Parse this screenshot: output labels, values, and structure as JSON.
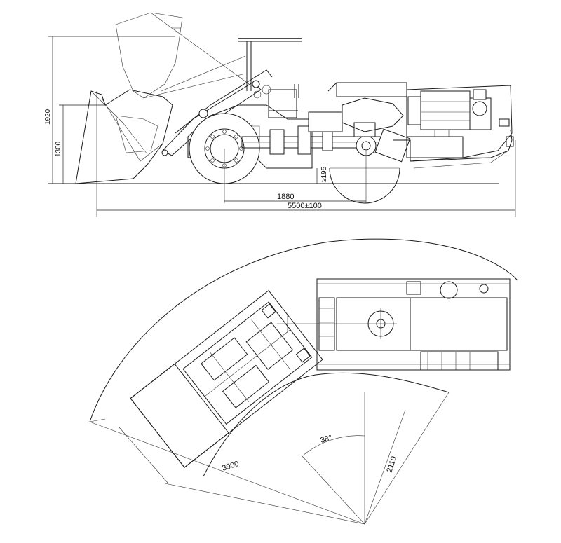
{
  "side_view": {
    "dim_total_height": "1920",
    "dim_bucket_height": "1300",
    "dim_clearance": "≥195",
    "dim_wheelbase": "1880",
    "dim_total_length": "5500±100"
  },
  "plan_view": {
    "dim_outer_length": "3900",
    "dim_inner_radius": "2110",
    "dim_angle": "38°"
  }
}
